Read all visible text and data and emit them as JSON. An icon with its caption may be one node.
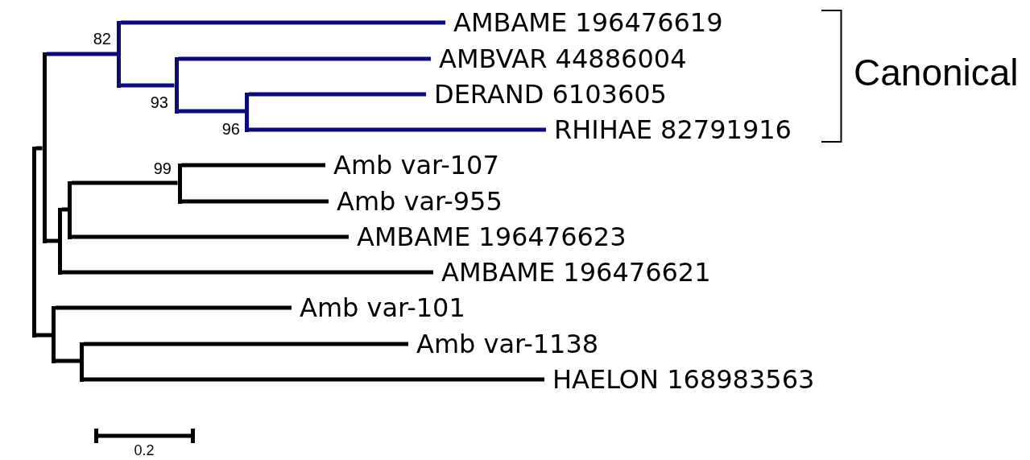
{
  "diagram": {
    "nodes": [
      {
        "text": [],
        "shape": "bar"
      },
      {
        "text": [],
        "shape": "bar"
      },
      {
        "text": [],
        "shape": "bar",
        "beside": [
          "82"
        ]
      },
      {
        "text": [
          "AMBAME 196476619"
        ]
      },
      {
        "text": [],
        "shape": "bar",
        "beside": [
          "93"
        ]
      },
      {
        "text": [
          "AMBVAR 44886004"
        ]
      },
      {
        "text": [],
        "shape": "bar",
        "beside": [
          "96"
        ]
      },
      {
        "text": [
          "DERAND 6103605"
        ]
      },
      {
        "text": [
          "RHIHAE 82791916"
        ]
      },
      {
        "text": [],
        "shape": "bar"
      },
      {
        "text": [],
        "shape": "bar"
      },
      {
        "text": [],
        "shape": "bar",
        "beside": [
          "99"
        ]
      },
      {
        "text": [
          "Amb var-107"
        ]
      },
      {
        "text": [
          "Amb var-955"
        ]
      },
      {
        "text": [
          "AMBAME 196476623"
        ]
      },
      {
        "text": [
          "AMBAME 196476621"
        ]
      },
      {
        "text": [],
        "shape": "bar"
      },
      {
        "text": [
          "Amb var-101"
        ]
      },
      {
        "text": [],
        "shape": "bar"
      },
      {
        "text": [
          "Amb var-1138"
        ]
      },
      {
        "text": [
          "HAELON 168983563"
        ]
      }
    ],
    "edges": [
      {
        "from": 0,
        "to": 1,
        "arrow": "none"
      },
      {
        "from": 1,
        "to": 2,
        "arrow": "none",
        "color": "#0a0a82"
      },
      {
        "from": 2,
        "to": 3,
        "arrow": "none",
        "color": "#0a0a82"
      },
      {
        "from": 2,
        "to": 4,
        "arrow": "none",
        "color": "#0a0a82"
      },
      {
        "from": 4,
        "to": 5,
        "arrow": "none",
        "color": "#0a0a82"
      },
      {
        "from": 4,
        "to": 6,
        "arrow": "none",
        "color": "#0a0a82"
      },
      {
        "from": 6,
        "to": 7,
        "arrow": "none",
        "color": "#0a0a82"
      },
      {
        "from": 6,
        "to": 8,
        "arrow": "none",
        "color": "#0a0a82"
      },
      {
        "from": 1,
        "to": 9,
        "arrow": "none"
      },
      {
        "from": 9,
        "to": 10,
        "arrow": "none"
      },
      {
        "from": 10,
        "to": 11,
        "arrow": "none"
      },
      {
        "from": 11,
        "to": 12,
        "arrow": "none"
      },
      {
        "from": 11,
        "to": 13,
        "arrow": "none"
      },
      {
        "from": 10,
        "to": 14,
        "arrow": "none"
      },
      {
        "from": 9,
        "to": 15,
        "arrow": "none"
      },
      {
        "from": 0,
        "to": 16,
        "arrow": "none"
      },
      {
        "from": 16,
        "to": 17,
        "arrow": "none"
      },
      {
        "from": 16,
        "to": 18,
        "arrow": "none"
      },
      {
        "from": 18,
        "to": 19,
        "arrow": "none"
      },
      {
        "from": 18,
        "to": 20,
        "arrow": "none"
      }
    ],
    "labels": [
      "Canonical",
      "0.2"
    ]
  }
}
